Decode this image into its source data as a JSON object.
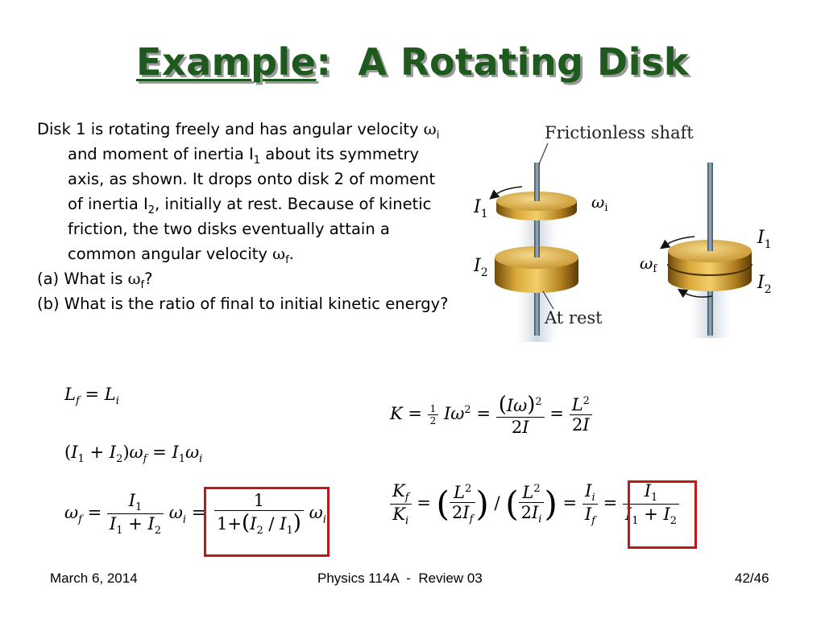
{
  "slide": {
    "title_word": "Example",
    "title_colon": ":",
    "title_rest": "  A Rotating Disk",
    "problem": {
      "line1_a": "Disk 1 is rotating freely and has angular velocity ",
      "omega": "ω",
      "sub_i": "i",
      "line1_b": " and moment of inertia I",
      "sub_1": "1",
      "line1_c": " about its symmetry axis, as shown.  It drops onto disk 2 of moment of inertia I",
      "sub_2": "2",
      "line1_d": ", initially at rest.  Because of kinetic friction, the two disks eventually attain a common angular velocity ",
      "sub_f": "f",
      "line1_e": ".",
      "part_a_pre": "(a)  What is ",
      "part_a_post": "?",
      "part_b": "(b)  What is the ratio of final to initial kinetic energy?"
    },
    "figure": {
      "frictionless_label": "Frictionless shaft",
      "at_rest_label": "At rest",
      "I": "I",
      "one": "1",
      "two": "2",
      "omega": "ω",
      "i": "i",
      "f": "f"
    },
    "footer": {
      "date": "March 6, 2014",
      "course": "Physics 114A  -  Review 03",
      "page": "42/46"
    }
  }
}
